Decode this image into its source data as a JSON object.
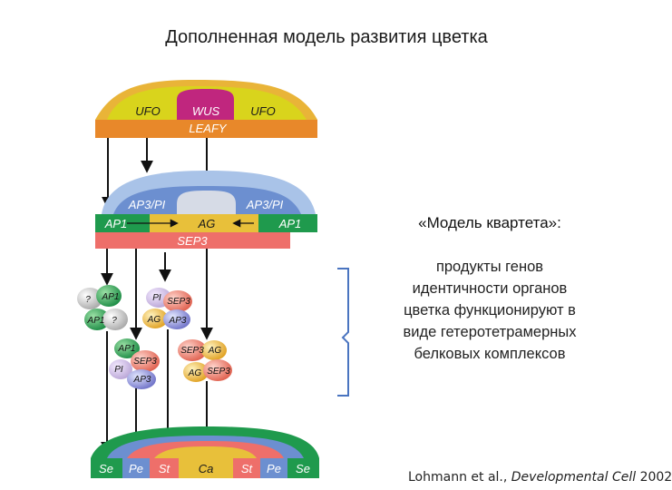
{
  "title": "Дополненная модель развития цветка",
  "top_band": {
    "left_label": "UFO",
    "center_label": "WUS",
    "right_label": "UFO",
    "base_label": "LEAFY"
  },
  "middle_band": {
    "left_label": "AP3/PI",
    "right_label": "AP3/PI",
    "ap1_left": "AP1",
    "ag_label": "AG",
    "ap1_right": "AP1",
    "sep3_label": "SEP3"
  },
  "complexes": {
    "c1": [
      "?",
      "AP1",
      "AP1",
      "?"
    ],
    "c2": [
      "PI",
      "SEP3",
      "AG",
      "AP3"
    ],
    "c3": [
      "AP1",
      "SEP3",
      "PI",
      "AP3"
    ],
    "c4": [
      "SEP3",
      "AG",
      "AG",
      "SEP3"
    ]
  },
  "bottom_band": {
    "segments": [
      "Se",
      "Pe",
      "St",
      "Ca",
      "St",
      "Pe",
      "Se"
    ]
  },
  "quartet": {
    "heading": "«Модель квартета»:",
    "lines": [
      "продукты генов",
      "идентичности органов",
      "цветка функционируют в",
      "виде гетеротетрамерных",
      "белковых комплексов"
    ]
  },
  "citation": {
    "authors": "Lohmann et al., ",
    "journal": "Developmental Cell",
    "year": " 2002"
  },
  "colors": {
    "yellow": "#d6cc1e",
    "magenta": "#c0267e",
    "orange": "#e8882a",
    "blue": "#6c8fd0",
    "light_blue": "#a9c3e8",
    "green": "#1f9a4d",
    "salmon": "#ee6f6a",
    "gold": "#e8c03a",
    "bracket": "#4a74c0"
  }
}
